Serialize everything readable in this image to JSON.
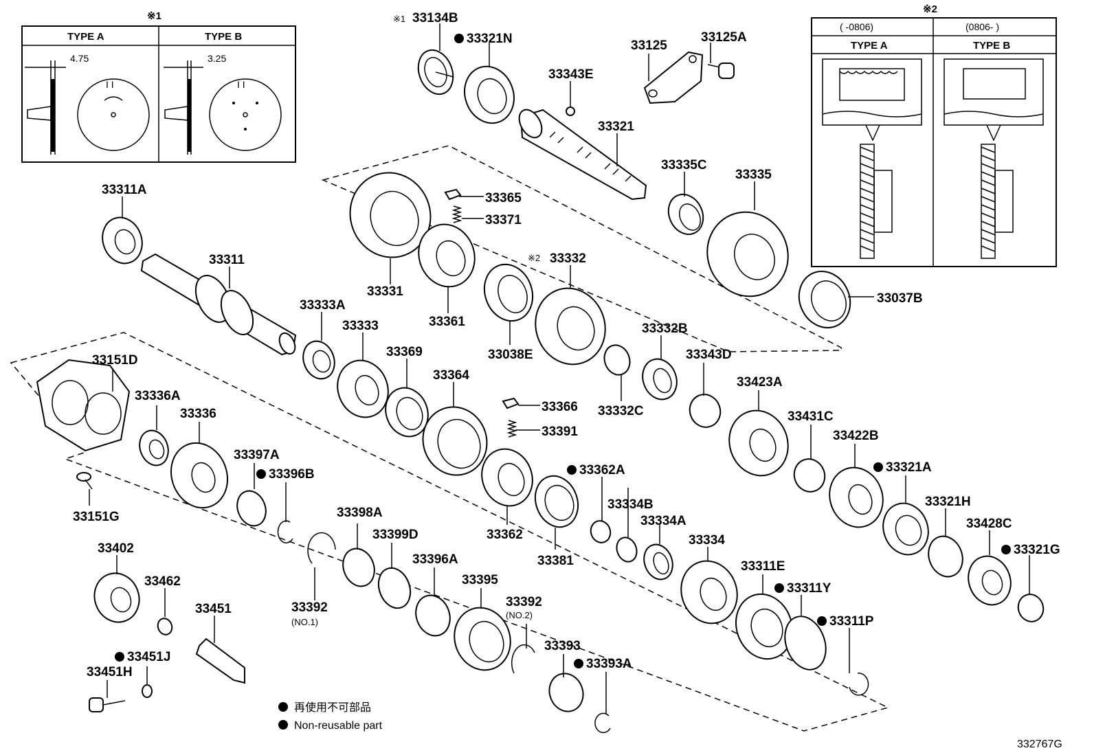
{
  "box1": {
    "mark": "※1",
    "type_a": "TYPE A",
    "type_b": "TYPE B",
    "dim_a": "4.75",
    "dim_b": "3.25"
  },
  "box2": {
    "mark": "※2",
    "range_a": "(      -0806)",
    "range_b": "(0806-      )",
    "type_a": "TYPE A",
    "type_b": "TYPE B"
  },
  "labels": {
    "p33134B": "33134B",
    "p33134B_mark": "※1",
    "p33321N": "33321N",
    "p33125": "33125",
    "p33125A": "33125A",
    "p33343E": "33343E",
    "p33321": "33321",
    "p33335C": "33335C",
    "p33335": "33335",
    "p33037B": "33037B",
    "p33311A": "33311A",
    "p33365": "33365",
    "p33371": "33371",
    "p33331": "33331",
    "p33361": "33361",
    "p33332": "33332",
    "p33332_mark": "※2",
    "p33038E": "33038E",
    "p33311": "33311",
    "p33333A": "33333A",
    "p33333": "33333",
    "p33369": "33369",
    "p33364": "33364",
    "p33366": "33366",
    "p33391": "33391",
    "p33332B": "33332B",
    "p33343D": "33343D",
    "p33332C": "33332C",
    "p33423A": "33423A",
    "p33151D": "33151D",
    "p33336A": "33336A",
    "p33336": "33336",
    "p33397A": "33397A",
    "p33396B": "33396B",
    "p33151G": "33151G",
    "p33362A": "33362A",
    "p33431C": "33431C",
    "p33422B": "33422B",
    "p33321A": "33321A",
    "p33362": "33362",
    "p33334B": "33334B",
    "p33334A": "33334A",
    "p33381": "33381",
    "p33334": "33334",
    "p33321H": "33321H",
    "p33428C": "33428C",
    "p33321G": "33321G",
    "p33402": "33402",
    "p33462": "33462",
    "p33451": "33451",
    "p33451J": "33451J",
    "p33451H": "33451H",
    "p33398A": "33398A",
    "p33399D": "33399D",
    "p33396A": "33396A",
    "p33395": "33395",
    "p33392a": "33392",
    "p33392a_sub": "(NO.1)",
    "p33392b": "33392",
    "p33392b_sub": "(NO.2)",
    "p33393": "33393",
    "p33393A": "33393A",
    "p33311E": "33311E",
    "p33311Y": "33311Y",
    "p33311P": "33311P"
  },
  "legend": {
    "line_ja": "再使用不可部品",
    "line_en": "Non-reusable part"
  },
  "diagram_code": "332767G"
}
